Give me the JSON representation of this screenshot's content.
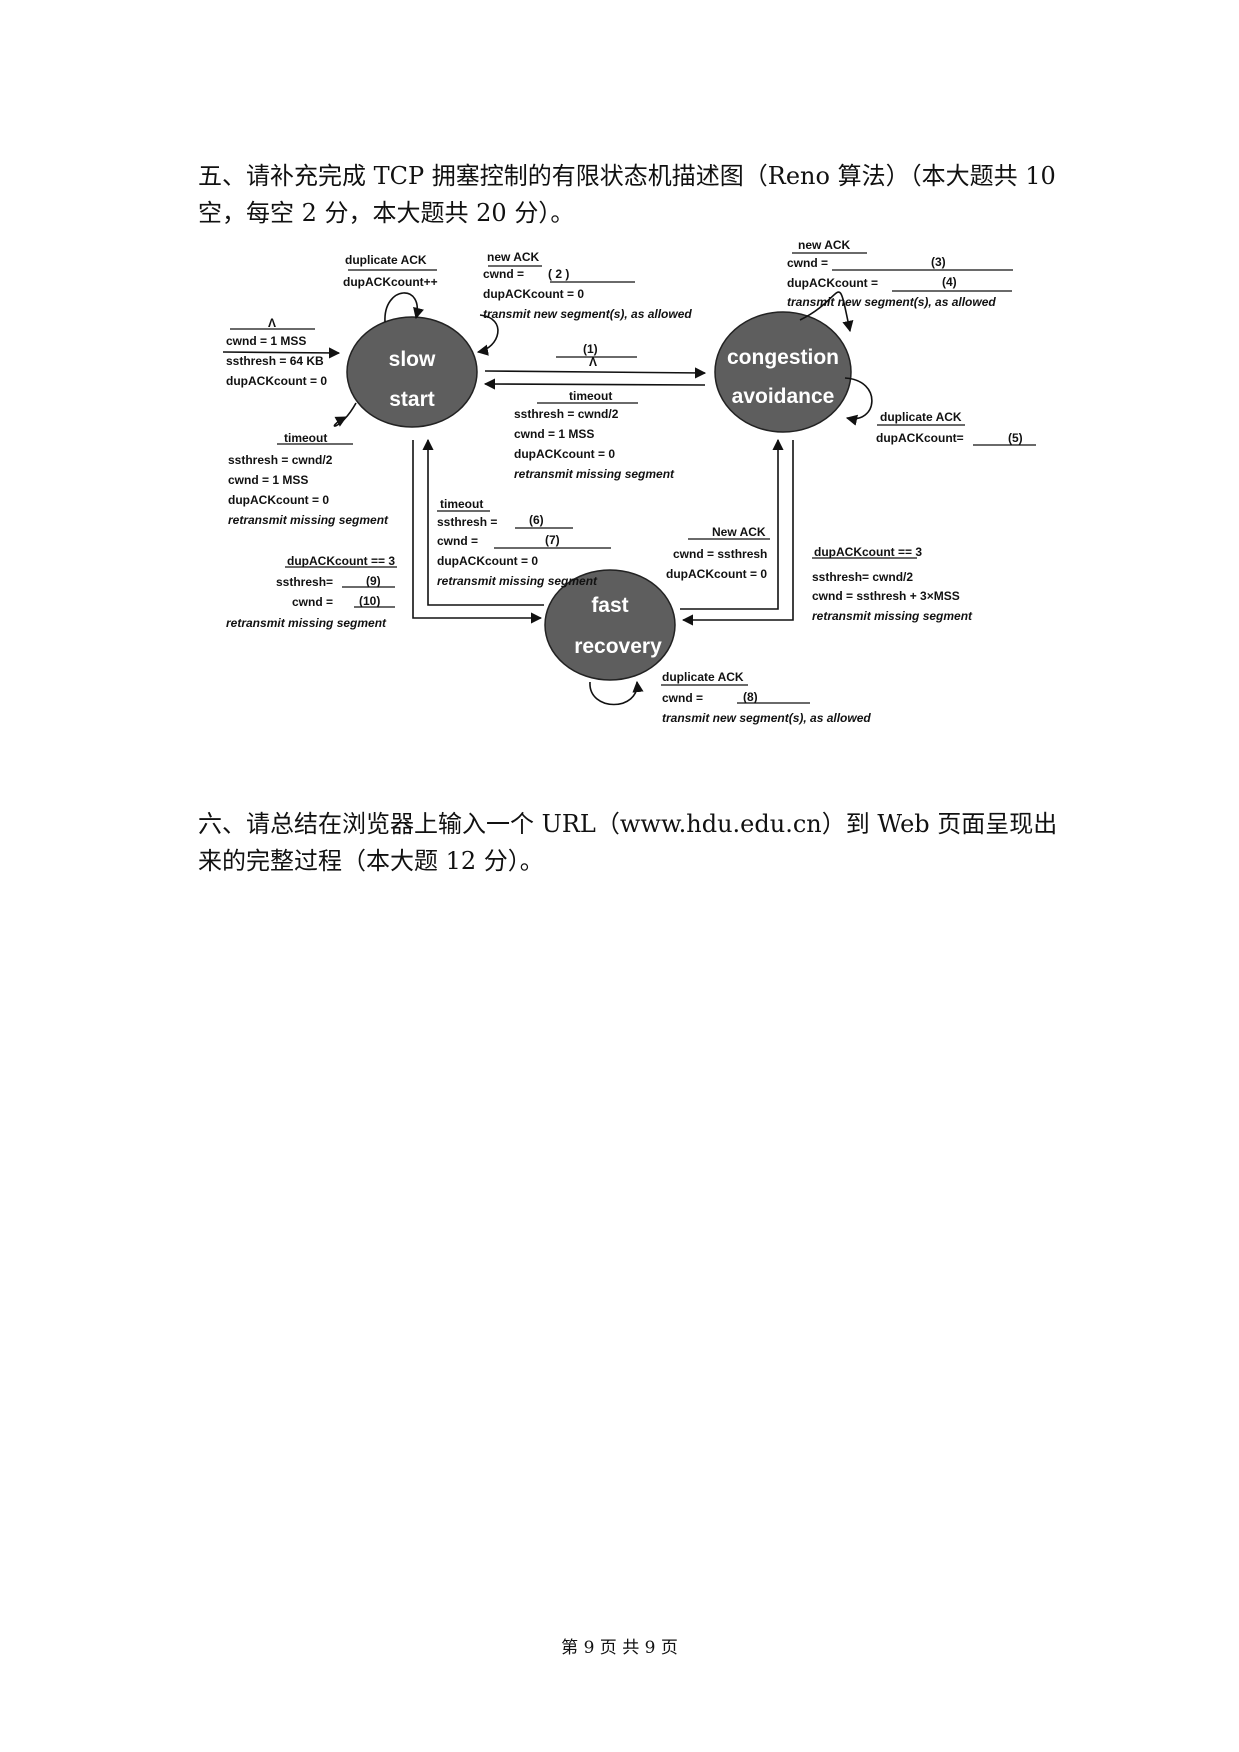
{
  "q5": {
    "text": "五、请补充完成 TCP 拥塞控制的有限状态机描述图（Reno 算法）（本大题共 10 空，每空 2 分，本大题共 20 分）。"
  },
  "diagram": {
    "states": {
      "slow_start": [
        "slow",
        "start"
      ],
      "congestion_avoidance": [
        "congestion",
        "avoidance"
      ],
      "fast_recovery": [
        "fast",
        "recovery"
      ]
    },
    "ss_dupack": [
      "duplicate ACK",
      "dupACKcount++"
    ],
    "ss_newack": [
      "new ACK",
      "cwnd =",
      "( 2 )",
      "dupACKcount = 0",
      "transmit new segment(s), as allowed"
    ],
    "init": [
      "Λ",
      "cwnd = 1 MSS",
      "ssthresh = 64 KB",
      "dupACKcount = 0"
    ],
    "ss_timeout": [
      "timeout",
      "ssthresh = cwnd/2",
      "cwnd = 1 MSS",
      "dupACKcount = 0",
      "retransmit missing segment"
    ],
    "ss_to_ca": [
      "(1)",
      "Λ"
    ],
    "ca_to_ss": [
      "timeout",
      "ssthresh = cwnd/2",
      "cwnd = 1 MSS",
      "dupACKcount = 0",
      "retransmit missing segment"
    ],
    "ca_newack": [
      "new ACK",
      "cwnd =",
      "(3)",
      "dupACKcount =",
      "(4)",
      "transmit new segment(s), as allowed"
    ],
    "ca_dupack": [
      "duplicate ACK",
      "dupACKcount=",
      "(5)"
    ],
    "fr_timeout": [
      "timeout",
      "ssthresh =",
      "(6)",
      "cwnd =",
      "(7)",
      "dupACKcount = 0",
      "retransmit missing segment"
    ],
    "ss_to_fr": [
      "dupACKcount == 3",
      "ssthresh=",
      "(9)",
      "cwnd =",
      "(10)",
      "retransmit missing segment"
    ],
    "fr_to_ca": [
      "New ACK",
      "cwnd = ssthresh",
      "dupACKcount = 0"
    ],
    "ca_to_fr": [
      "dupACKcount == 3",
      "ssthresh= cwnd/2",
      "cwnd = ssthresh + 3×MSS",
      "retransmit missing segment"
    ],
    "fr_dupack": [
      "duplicate ACK",
      "cwnd =",
      "(8)",
      "transmit new segment(s), as allowed"
    ]
  },
  "q6": {
    "text": "六、请总结在浏览器上输入一个 URL（www.hdu.edu.cn）到 Web 页面呈现出来的完整过程（本大题 12 分）。"
  },
  "footer": {
    "page": "第 9 页 共 9 页"
  },
  "colors": {
    "state_fill": "#5e5e5e",
    "ink": "#111111"
  }
}
